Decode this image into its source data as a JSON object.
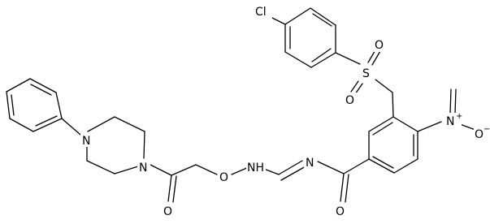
{
  "molecule": {
    "atom_labels": {
      "cl": "Cl",
      "s": "S",
      "o_sulfonyl_top": "O",
      "o_sulfonyl_bottom": "O",
      "n_nitro": "N",
      "n_nitro_charge": "+",
      "o_nitro_minus": "O",
      "o_nitro_minus_charge": "−",
      "o_amide": "O",
      "n_imine": "N",
      "nh": "NH",
      "o_ether": "O",
      "o_ketone": "O",
      "n_piperazine_top": "N",
      "n_piperazine_bottom": "N"
    }
  }
}
